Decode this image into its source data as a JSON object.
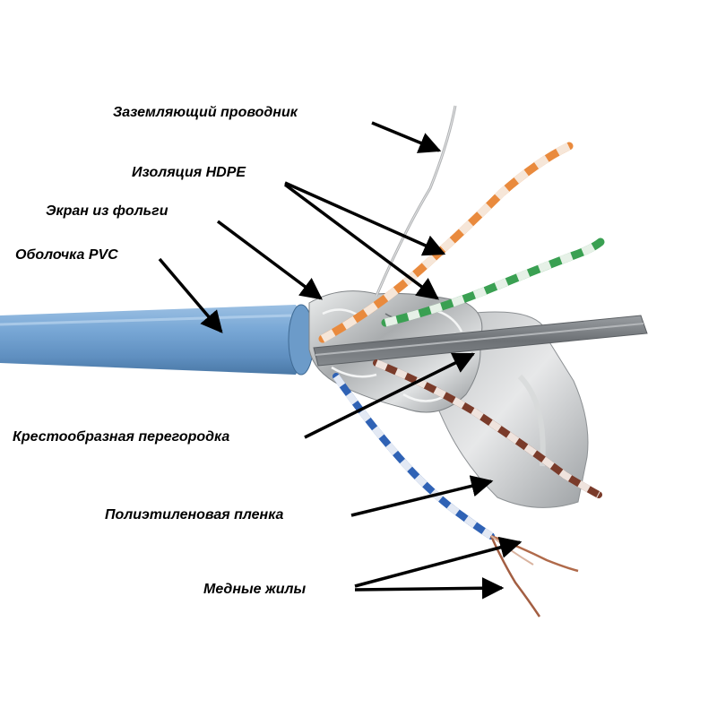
{
  "labels": {
    "ground_wire": "Заземляющий проводник",
    "hdpe_insulation": "Изоляция HDPE",
    "foil_shield": "Экран из фольги",
    "pvc_jacket": "Оболочка PVC",
    "cross_separator": "Крестообразная перегородка",
    "polyethylene_film": "Полиэтиленовая пленка",
    "copper_cores": "Медные жилы"
  },
  "colors": {
    "jacket": "#6f9ecb",
    "jacket_dark": "#4f7fad",
    "separator": "#7f8388",
    "foil": "#bfc2c4",
    "orange_pair": "#e98a3d",
    "green_pair": "#3aa052",
    "blue_pair": "#2f62b5",
    "brown_pair": "#7a3b2a",
    "copper": "#b06a4a",
    "arrow": "#000000"
  }
}
